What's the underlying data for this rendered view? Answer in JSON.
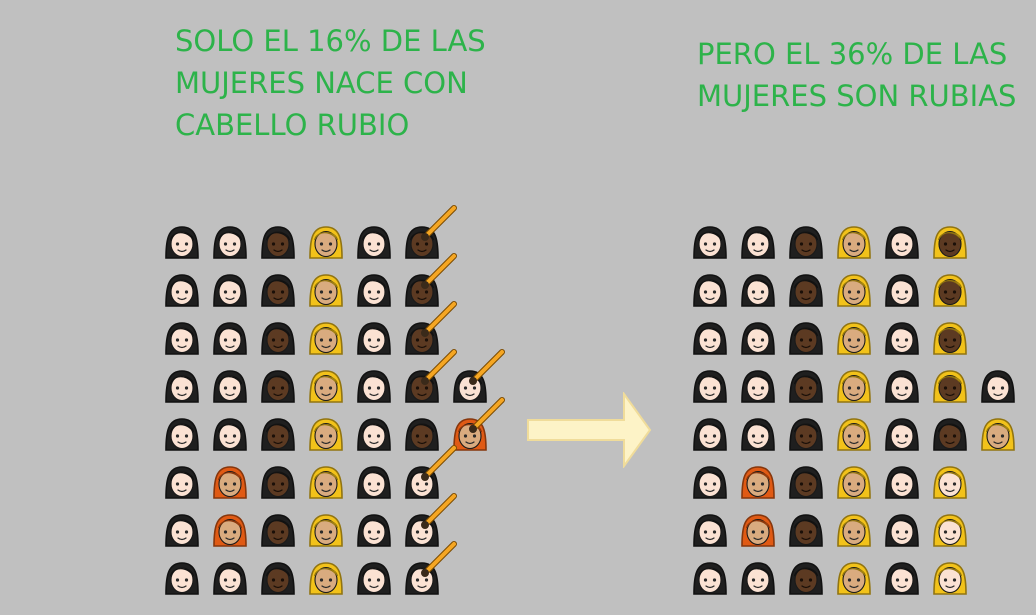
{
  "left_panel": {
    "title_lines": [
      "SOLO EL 16% DE LAS",
      "MUJERES NACE CON",
      "CABELLO RUBIO"
    ],
    "rows": [
      [
        "light-black",
        "light-black",
        "dark-black",
        "medium-blonde",
        "light-black",
        "dark-black"
      ],
      [
        "light-black",
        "light-black",
        "dark-black",
        "medium-blonde",
        "light-black",
        "dark-black"
      ],
      [
        "light-black",
        "light-black",
        "dark-black",
        "medium-blonde",
        "light-black",
        "dark-black"
      ],
      [
        "light-black",
        "light-black",
        "dark-black",
        "medium-blonde",
        "light-black",
        "dark-black",
        "light-black"
      ],
      [
        "light-black",
        "light-black",
        "dark-black",
        "medium-blonde",
        "light-black",
        "dark-black",
        "medium-red"
      ],
      [
        "light-black",
        "medium-red",
        "dark-black",
        "medium-blonde",
        "light-black",
        "light-black"
      ],
      [
        "light-black",
        "medium-red",
        "dark-black",
        "medium-blonde",
        "light-black",
        "light-black"
      ],
      [
        "light-black",
        "light-black",
        "dark-black",
        "medium-blonde",
        "light-black",
        "light-black"
      ]
    ],
    "brushes": [
      [
        0,
        5
      ],
      [
        1,
        5
      ],
      [
        2,
        5
      ],
      [
        3,
        5
      ],
      [
        3,
        6
      ],
      [
        4,
        6
      ],
      [
        5,
        5
      ],
      [
        6,
        5
      ],
      [
        7,
        5
      ]
    ]
  },
  "right_panel": {
    "title_lines": [
      "PERO EL 36% DE LAS",
      "MUJERES SON RUBIAS"
    ],
    "rows": [
      [
        "light-black",
        "light-black",
        "dark-black",
        "medium-blonde",
        "light-black",
        "dark-blonde"
      ],
      [
        "light-black",
        "light-black",
        "dark-black",
        "medium-blonde",
        "light-black",
        "dark-blonde"
      ],
      [
        "light-black",
        "light-black",
        "dark-black",
        "medium-blonde",
        "light-black",
        "dark-blonde"
      ],
      [
        "light-black",
        "light-black",
        "dark-black",
        "medium-blonde",
        "light-black",
        "dark-blonde",
        "light-black"
      ],
      [
        "light-black",
        "light-black",
        "dark-black",
        "medium-blonde",
        "light-black",
        "dark-black",
        "medium-blonde"
      ],
      [
        "light-black",
        "medium-red",
        "dark-black",
        "medium-blonde",
        "light-black",
        "light-blonde"
      ],
      [
        "light-black",
        "medium-red",
        "dark-black",
        "medium-blonde",
        "light-black",
        "light-blonde"
      ],
      [
        "light-black",
        "light-black",
        "dark-black",
        "medium-blonde",
        "light-black",
        "light-blonde"
      ]
    ]
  },
  "arrow": {
    "fill": "#fdf3c7",
    "stroke": "#f0dc9a"
  },
  "colors": {
    "title": "#2db34a",
    "background": "#c0c0c0",
    "skin_light": "#fbe2d3",
    "skin_medium": "#d9ab7f",
    "skin_dark": "#5c3a22",
    "hair_black": "#1f1f1f",
    "hair_blonde": "#f2c21a",
    "hair_red": "#e05a14",
    "brush_handle": "#f5a623"
  },
  "icons": {
    "face": "woman-emoji-icon",
    "brush": "paintbrush-icon",
    "arrow": "right-arrow-icon"
  }
}
